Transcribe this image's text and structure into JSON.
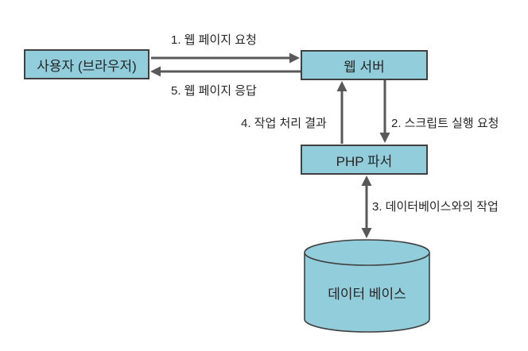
{
  "diagram": {
    "nodes": {
      "user": {
        "label": "사용자 (브라우저)"
      },
      "web_server": {
        "label": "웹 서버"
      },
      "php_parser": {
        "label": "PHP 파서"
      },
      "database": {
        "label": "데이터 베이스"
      }
    },
    "arrows": {
      "web_page_request": {
        "label": "1. 웹 페이지 요청",
        "from": "user",
        "to": "web_server"
      },
      "script_exec_request": {
        "label": "2. 스크립트 실행 요청",
        "from": "web_server",
        "to": "php_parser"
      },
      "database_work": {
        "label": "3. 데이터베이스와의 작업",
        "from": "php_parser",
        "to": "database",
        "bidirectional": true
      },
      "work_result": {
        "label": "4. 작업 처리 결과",
        "from": "php_parser",
        "to": "web_server"
      },
      "web_page_response": {
        "label": "5. 웹 페이지 응답",
        "from": "web_server",
        "to": "user"
      }
    },
    "colors": {
      "node_fill": "#92CDDC",
      "node_border": "#404040",
      "arrow": "#595959",
      "text": "#262626",
      "background": "#FFFFFF"
    }
  }
}
